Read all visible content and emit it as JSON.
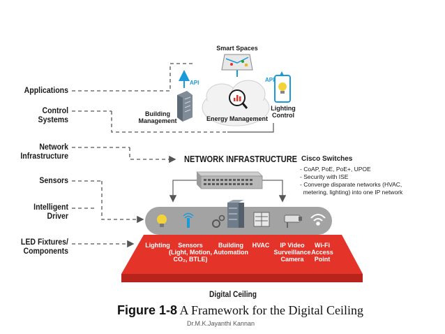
{
  "left_labels": [
    {
      "id": "applications",
      "text": "Applications"
    },
    {
      "id": "control-systems",
      "text": "Control\nSystems"
    },
    {
      "id": "network-infrastructure",
      "text": "Network\nInfrastructure"
    },
    {
      "id": "sensors",
      "text": "Sensors"
    },
    {
      "id": "intelligent-driver",
      "text": "Intelligent\nDriver"
    },
    {
      "id": "led-fixtures",
      "text": "LED Fixtures/\nComponents"
    }
  ],
  "top": {
    "smart_spaces": "Smart Spaces",
    "api_left": "API",
    "api_right": "API",
    "building_management": "Building\nManagement",
    "energy_management": "Energy Management",
    "lighting_control": "Lighting\nControl"
  },
  "network_infrastructure_title": "NETWORK INFRASTRUCTURE",
  "cisco": {
    "title": "Cisco Switches",
    "lines": [
      "- CoAP, PoE, PoE+, UPOE",
      "- Security with ISE",
      "- Converge disparate networks (HVAC,",
      "  metering, lighting) into one IP network"
    ]
  },
  "panel_labels": [
    {
      "id": "lighting",
      "text": "Lighting"
    },
    {
      "id": "sensors",
      "text": "Sensors\n(Light, Motion,\nCO₂, BTLE)"
    },
    {
      "id": "building-automation",
      "text": "Building\nAutomation"
    },
    {
      "id": "hvac",
      "text": "HVAC"
    },
    {
      "id": "ip-video",
      "text": "IP Video\nSurveillance\nCamera"
    },
    {
      "id": "wifi",
      "text": "Wi-Fi\nAccess\nPoint"
    }
  ],
  "digital_ceiling": "Digital Ceiling",
  "figure_caption": {
    "prefix": "Figure 1-8",
    "rest": " A Framework for the Digital Ceiling"
  },
  "footer": "Dr.M.K.Jayanthi Kannan",
  "colors": {
    "red": "#e4342a",
    "blue": "#1a9ad6",
    "gray": "#9a9a9a",
    "dash": "#555555"
  },
  "icons": [
    "map-icon",
    "server-tower-icon",
    "magnifier-chart-icon",
    "cloud-icon",
    "smartphone-bulb-icon",
    "network-switch-icon",
    "lightbulb-icon",
    "sensor-icon",
    "gears-icon",
    "building-server-icon",
    "hvac-icon",
    "camera-icon",
    "wifi-icon"
  ]
}
